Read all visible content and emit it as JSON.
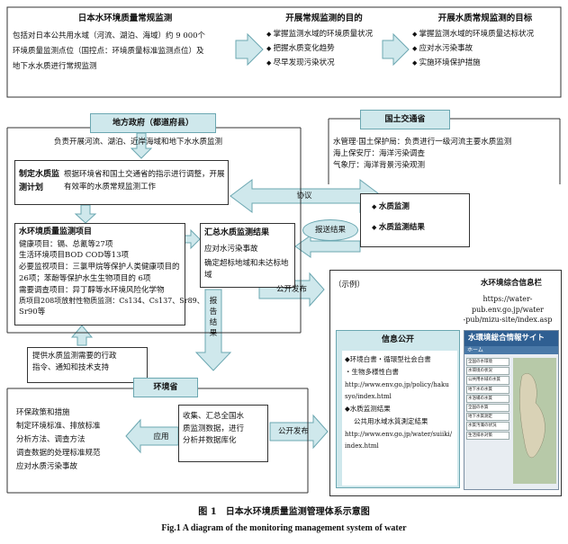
{
  "top": {
    "monitor_title": "日本水环境质量常规监测",
    "monitor_desc": [
      "包括对日本公共用水域（河流、湖泊、海域）约 9 000个",
      "环境质量监测点位（国控点：环境质量标准监测点位）及",
      "地下水水质进行常规监测"
    ],
    "purpose_title": "开展常规监测的目的",
    "purpose_items": [
      "掌握监测水域的环境质量状况",
      "把握水质变化趋势",
      "尽早发现污染状况"
    ],
    "goal_title": "开展水质常规监测的目标",
    "goal_items": [
      "掌握监测水域的环境质量达标状况",
      "应对水污染事故",
      "实施环境保护措施"
    ]
  },
  "local_gov": {
    "label": "地方政府（都道府县）",
    "duty": "负责开展河流、湖泊、近岸海域和地下水水质监测",
    "plan_title": "制定水质监测计划",
    "plan_desc": "根据环境省和国土交通省的指示进行调整，开展有效率的水质常规监测工作"
  },
  "mlit": {
    "label": "国土交通省",
    "lines": [
      "水管理·国土保护局：负责进行一级河流主要水质监测",
      "海上保安厅：海洋污染调查",
      "气象厅：海洋背景污染观测"
    ],
    "items": [
      "水质监测",
      "水质监测结果"
    ]
  },
  "arrows": {
    "negotiate": "协议",
    "report_results": "报送结果",
    "publish1": "公开发布",
    "publish2": "公开发布",
    "report_results_vertical": "报告结果",
    "apply": "应用"
  },
  "project": {
    "title": "水环境质量监测项目",
    "lines": [
      "健康项目：镉、总氰等27项",
      "生活环境项目BOD COD等13项",
      "必要监视项目：三氯甲烷等保护人类健康项目的",
      "26项；苯酚等保护水生生物项目的 6项",
      "需要调查项目：异丁醇等水环境风险化学物",
      "质项目208项放射性物质监测：Cs134、Cs137、Sr89、",
      "Sr90等"
    ]
  },
  "summary": {
    "title": "汇总水质监测结果",
    "lines": [
      "应对水污染事故",
      "确定超标地域和未达标地域"
    ]
  },
  "admin_note": [
    "提供水质监测需要的行政",
    "指令、通知和技术支持"
  ],
  "moe": {
    "label": "环境省",
    "lines": [
      "环保政策和措施",
      "制定环境标准、排放标准",
      "分析方法、调查方法",
      "调查数据的处理标准规范",
      "应对水质污染事故"
    ],
    "collect": [
      "收集、汇总全国水",
      "质监测数据，进行",
      "分析并数据库化"
    ]
  },
  "example": {
    "label": "（示例）",
    "site_title": "水环境综合信息栏",
    "site_url": [
      "https://water-pub.env.go.jp/water",
      "-pub/mizu-site/index.asp"
    ],
    "info_title": "信息公开",
    "info_lines": [
      "◆环境白書・循環型社会白書",
      "・生物多様性白書",
      "http://www.env.go.jp/policy/haku",
      "syo/index.html",
      "◆水质监测结果",
      "公共用水域水質測定結果",
      "http://www.env.go.jp/water/suiiki/",
      "index.html"
    ],
    "web_header": "水環境総合情報サイト",
    "web_sub": "ホーム",
    "web_menu": [
      "全国の水環境",
      "水環境の状況",
      "公共用水域の水質",
      "地下水の水質",
      "水浴場の水質",
      "全国の水質",
      "地下水質測定",
      "水質汚濁の状況",
      "生活排水対策"
    ]
  },
  "caption": {
    "cn": "图 1　日本水环境质量监测管理体系示意图",
    "en": "Fig.1   A diagram of the monitoring management system of water"
  },
  "colors": {
    "accent": "#cfe8ec",
    "accent_border": "#6ba7b1",
    "web_blue": "#2f5f92"
  }
}
